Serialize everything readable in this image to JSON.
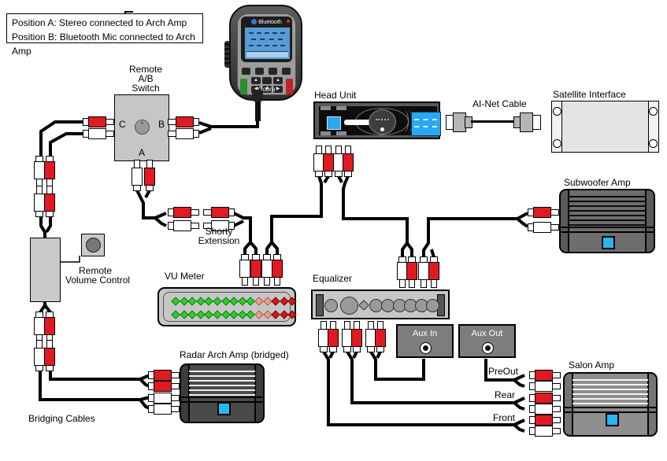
{
  "colors": {
    "rca_red": "#e11a22",
    "led_green": "#2ecc2e",
    "led_green_border": "#0a7a0a",
    "led_salmon": "#eaa08e",
    "led_salmon_border": "#a85a4a",
    "led_red": "#d01818",
    "led_red_border": "#6e0606",
    "amp_led_blue": "#29b6f0",
    "lcd_blue": "#29a9f2",
    "mic_lcd_blue": "#5b9bd5"
  },
  "note_box": {
    "line1": "Position A: Stereo connected to Arch Amp",
    "line2": "Position B: Bluetooth Mic connected to Arch Amp"
  },
  "mic": {
    "brand_top": "Bluetooth",
    "brand_bottom": "Cobra"
  },
  "ab_switch": {
    "title1": "Remote",
    "title2": "A/B",
    "title3": "Switch",
    "port_c": "C",
    "port_b": "B",
    "port_a": "A"
  },
  "head_unit": {
    "label": "Head Unit"
  },
  "ai_net": {
    "label": "AI-Net Cable"
  },
  "satellite": {
    "label": "Satellite Interface"
  },
  "subwoofer": {
    "label": "Subwoofer Amp"
  },
  "shorty": {
    "line1": "Shorty",
    "line2": "Extension"
  },
  "volume_control": {
    "line1": "Remote",
    "line2": "Volume Control"
  },
  "vu_meter": {
    "label": "VU Meter",
    "rows": [
      [
        "g",
        "g",
        "g",
        "g",
        "g",
        "g",
        "g",
        "g",
        "g",
        "g",
        "s",
        "s",
        "r",
        "r",
        "r"
      ],
      [
        "g",
        "g",
        "g",
        "g",
        "g",
        "g",
        "g",
        "g",
        "g",
        "g",
        "s",
        "s",
        "r",
        "r",
        "r"
      ]
    ]
  },
  "equalizer": {
    "label": "Equalizer",
    "knobs": [
      "medium",
      "large",
      "small",
      "medium",
      "medium",
      "medium",
      "medium",
      "medium",
      "medium"
    ]
  },
  "aux": {
    "in_label": "Aux In",
    "out_label": "Aux Out"
  },
  "outputs": {
    "preout": "PreOut",
    "rear": "Rear",
    "front": "Front"
  },
  "salon": {
    "label": "Salon Amp"
  },
  "radar": {
    "label": "Radar Arch Amp (bridged)",
    "bridging": "Bridging Cables"
  }
}
